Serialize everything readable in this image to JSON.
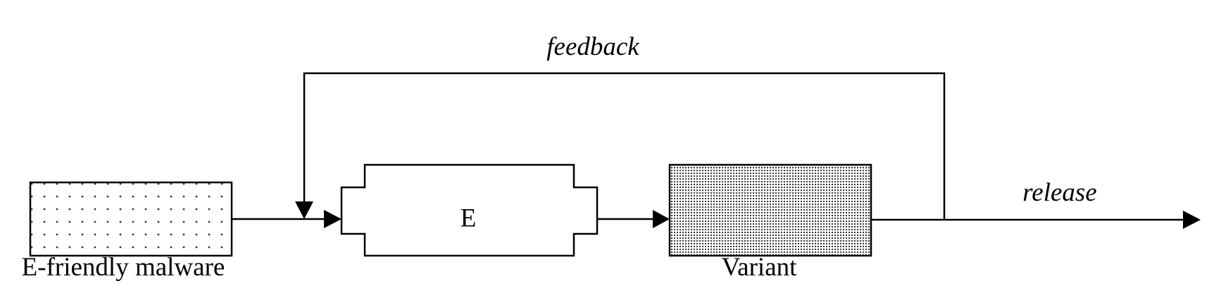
{
  "labels": {
    "feedback": "feedback",
    "release": "release",
    "engine": "E",
    "source": "E-friendly malware",
    "variant": "Variant"
  }
}
